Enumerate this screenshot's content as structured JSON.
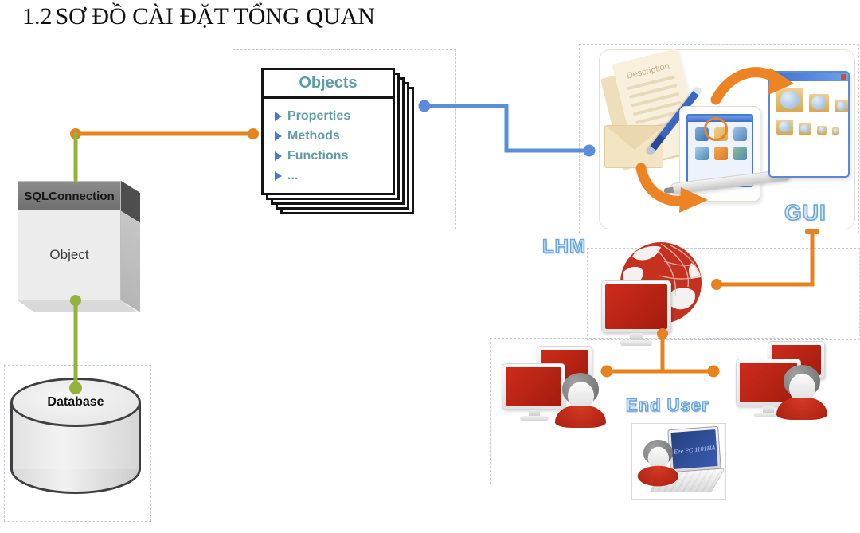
{
  "title": {
    "number": "1.2",
    "text": "SƠ ĐỒ CÀI ĐẶT TỔNG QUAN"
  },
  "nodes": {
    "sql_connection": {
      "title": "SQLConnection",
      "body": "Object"
    },
    "database": {
      "label": "Database"
    },
    "objects": {
      "title": "Objects",
      "items": [
        "Properties",
        "Methods",
        "Functions",
        "..."
      ],
      "bullet_icon": "arrow-right-bullet"
    },
    "gui": {
      "label": "GUI",
      "description_doc": "Description"
    },
    "lhm": {
      "label": "LHM"
    },
    "end_user": {
      "label": "End User",
      "laptop_text": "Eee PC 1101HA"
    }
  },
  "connectors": {
    "sql_to_objects_color": "#E8821E",
    "sql_to_database_color": "#93B33B",
    "objects_to_gui_color": "#5B8DDB",
    "gui_to_lhm_color": "#E8821E",
    "lhm_to_endusers_color": "#E8821E"
  },
  "colors": {
    "teal_text": "#5C9EA4",
    "bullet_blue": "#4878D0",
    "box_header_gray": "#6E6E6E",
    "red_accent": "#C1271A",
    "bubble_blue_outline": "#6BA5DE",
    "dashed_border": "#C5CAD5"
  }
}
